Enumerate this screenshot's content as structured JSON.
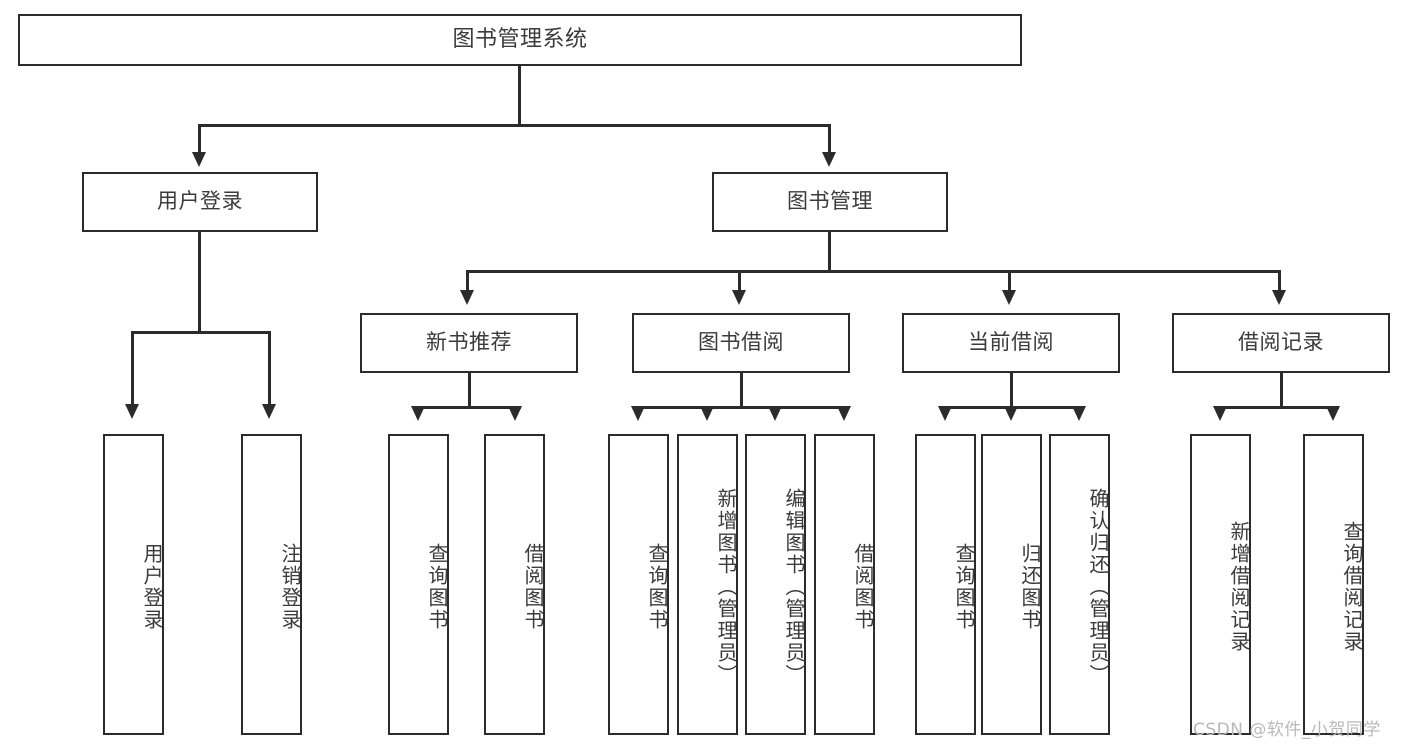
{
  "diagram": {
    "title": "图书管理系统",
    "type": "hierarchy-tree",
    "root": {
      "label": "图书管理系统"
    },
    "level1": [
      {
        "label": "用户登录"
      },
      {
        "label": "图书管理"
      }
    ],
    "level2": [
      {
        "label": "新书推荐"
      },
      {
        "label": "图书借阅"
      },
      {
        "label": "当前借阅"
      },
      {
        "label": "借阅记录"
      }
    ],
    "leaves": {
      "user_login": [
        {
          "label": "用户登录"
        },
        {
          "label": "注销登录"
        }
      ],
      "new_book_recommend": [
        {
          "label": "查询图书"
        },
        {
          "label": "借阅图书"
        }
      ],
      "book_borrow": [
        {
          "label": "查询图书"
        },
        {
          "label": "新增图书（管理员）"
        },
        {
          "label": "编辑图书（管理员）"
        },
        {
          "label": "借阅图书"
        }
      ],
      "current_borrow": [
        {
          "label": "查询图书"
        },
        {
          "label": "归还图书"
        },
        {
          "label": "确认归还（管理员）"
        }
      ],
      "borrow_record": [
        {
          "label": "新增借阅记录"
        },
        {
          "label": "查询借阅记录"
        }
      ]
    }
  },
  "watermark": {
    "text": "CSDN @软件_小贺同学"
  },
  "colors": {
    "stroke": "#2b2b2b",
    "text": "#3b3b3b",
    "background": "#ffffff",
    "watermark": "#b9b9b9"
  }
}
